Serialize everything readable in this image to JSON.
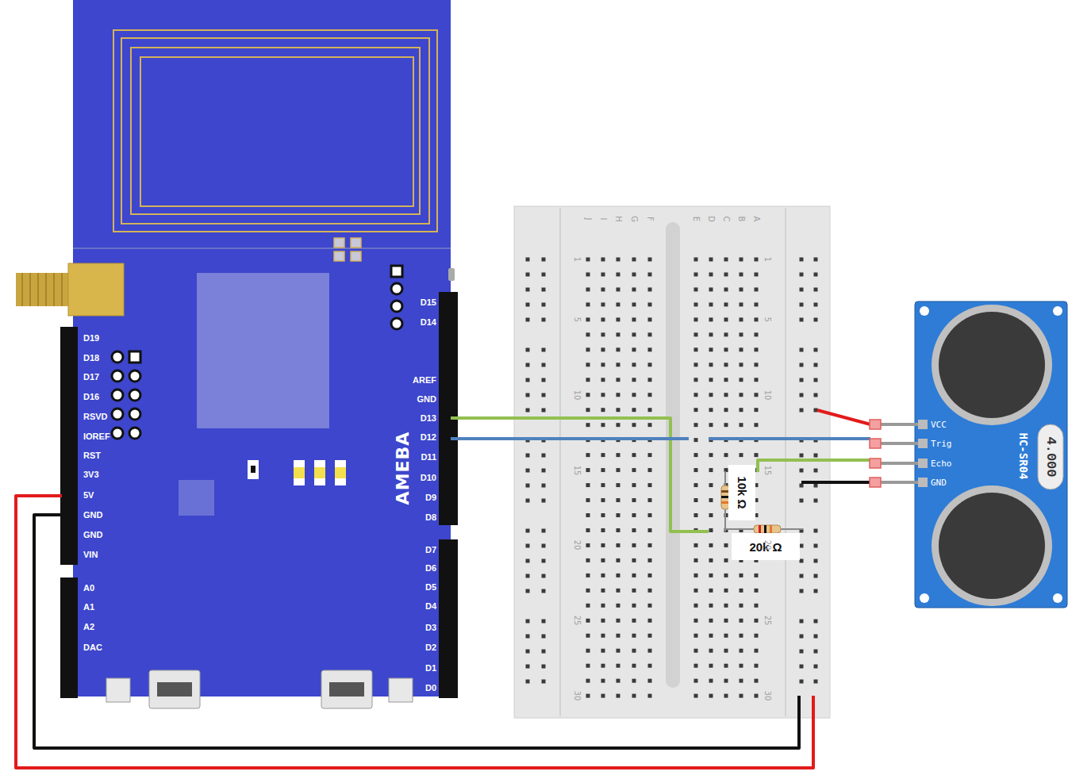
{
  "diagram": {
    "nodes": [
      {
        "text": [
          "AMEBA"
        ]
      },
      {
        "text": [
          "HC-SR04"
        ]
      },
      {
        "text": [
          "10k Ω"
        ]
      },
      {
        "text": [
          "20k Ω"
        ]
      }
    ],
    "labels": [
      "D19",
      "D18",
      "D17",
      "D16",
      "RSVD",
      "IOREF",
      "RST",
      "3V3",
      "5V",
      "GND",
      "GND",
      "VIN",
      "A0",
      "A1",
      "A2",
      "DAC",
      "D15",
      "D14",
      "AREF",
      "GND",
      "D13",
      "D12",
      "D11",
      "D10",
      "D9",
      "D8",
      "D7",
      "D6",
      "D5",
      "D4",
      "D3",
      "D2",
      "D1",
      "D0",
      "J",
      "I",
      "H",
      "G",
      "F",
      "E",
      "D",
      "C",
      "B",
      "A",
      "1",
      "5",
      "10",
      "15",
      "20",
      "25",
      "30",
      "1",
      "5",
      "10",
      "15",
      "20",
      "25",
      "30",
      "VCC",
      "Trig",
      "Echo",
      "GND",
      "4.000"
    ]
  }
}
